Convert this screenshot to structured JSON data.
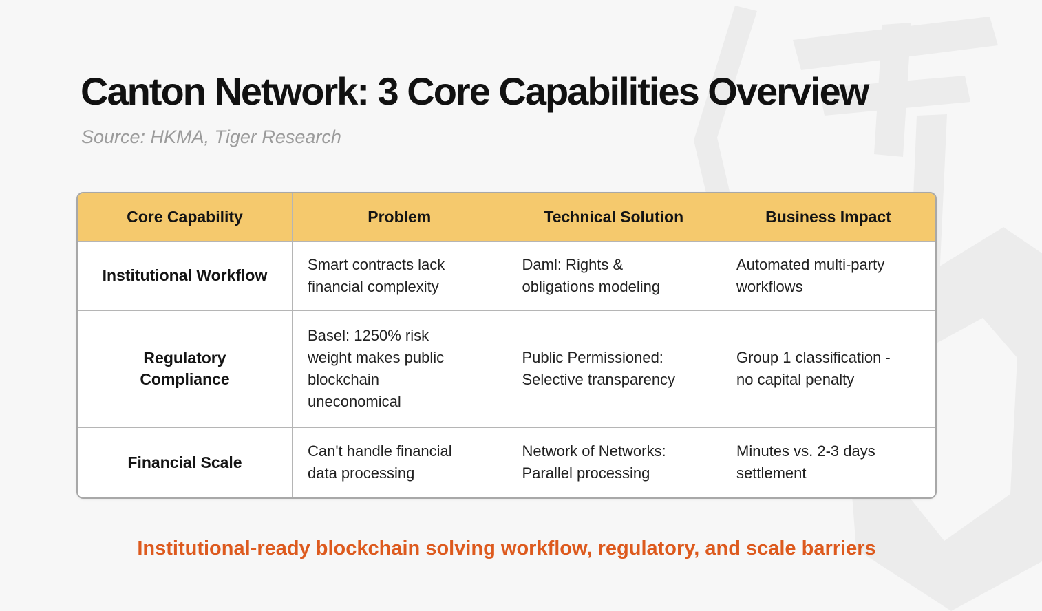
{
  "header": {
    "title": "Canton Network: 3 Core Capabilities Overview",
    "source": "Source: HKMA, Tiger Research"
  },
  "footer": {
    "tagline": "Institutional-ready blockchain solving workflow, regulatory, and scale barriers"
  },
  "colors": {
    "background": "#f7f7f7",
    "table_header_bg": "#f5c96d",
    "table_outer_border": "#a8a8a8",
    "cell_border": "#b5b5b5",
    "accent_orange": "#dd5a1e",
    "title_text": "#111111",
    "body_text": "#212121",
    "source_text": "#9b9b9b",
    "watermark": "#ececec"
  },
  "watermark": {
    "name": "tiger-research-logo-watermark"
  },
  "chart_data": {
    "type": "table",
    "title": "Canton Network: 3 Core Capabilities Overview",
    "source": "Source: HKMA, Tiger Research",
    "caption": "Institutional-ready blockchain solving workflow, regulatory, and scale barriers",
    "columns": [
      "Core Capability",
      "Problem",
      "Technical Solution",
      "Business Impact"
    ],
    "rows": [
      [
        "Institutional Workflow",
        "Smart contracts lack financial complexity",
        "Daml: Rights & obligations modeling",
        "Automated multi-party workflows"
      ],
      [
        "Regulatory Compliance",
        "Basel: 1250% risk weight makes public blockchain uneconomical",
        "Public Permissioned: Selective transparency",
        "Group 1 classification - no capital penalty"
      ],
      [
        "Financial Scale",
        "Can't handle financial data processing",
        "Network of Networks: Parallel processing",
        "Minutes vs. 2-3 days settlement"
      ]
    ]
  },
  "table_display": {
    "headers": [
      "Core Capability",
      "Problem",
      "Technical Solution",
      "Business Impact"
    ],
    "rows": [
      {
        "capability": [
          "Institutional Workflow"
        ],
        "problem": [
          "Smart contracts lack",
          "financial complexity"
        ],
        "solution": [
          "Daml: Rights &",
          "obligations modeling"
        ],
        "impact": [
          "Automated multi-party",
          "workflows"
        ]
      },
      {
        "capability": [
          "Regulatory",
          "Compliance"
        ],
        "problem": [
          "Basel: 1250% risk",
          "weight makes public",
          "blockchain",
          "uneconomical"
        ],
        "solution": [
          "Public Permissioned:",
          "Selective transparency"
        ],
        "impact": [
          "Group 1 classification -",
          "no capital penalty"
        ]
      },
      {
        "capability": [
          "Financial Scale"
        ],
        "problem": [
          "Can't handle financial",
          "data processing"
        ],
        "solution": [
          "Network of Networks:",
          "Parallel processing"
        ],
        "impact": [
          "Minutes vs. 2-3 days",
          "settlement"
        ]
      }
    ]
  }
}
